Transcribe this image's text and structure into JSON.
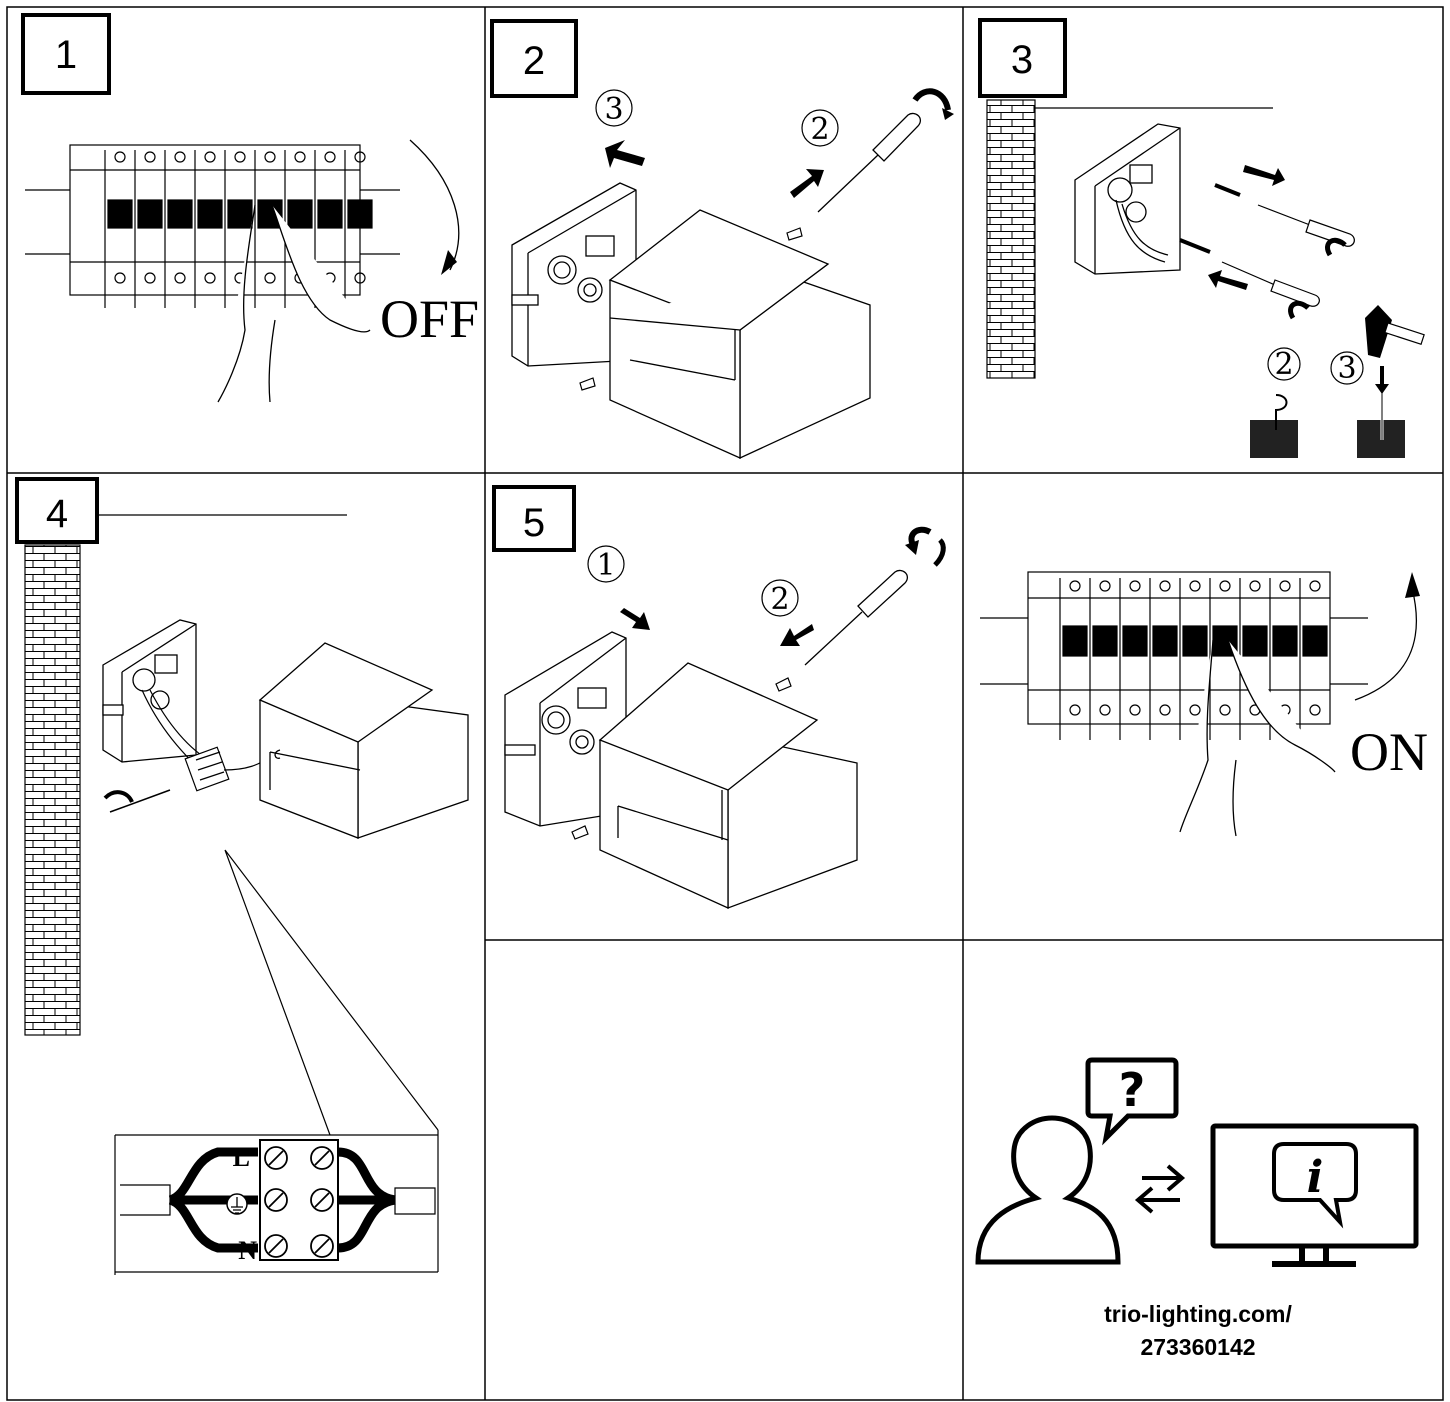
{
  "steps": [
    {
      "number": "1",
      "label": "OFF"
    },
    {
      "number": "2",
      "markers": [
        "3",
        "2"
      ]
    },
    {
      "number": "3",
      "markers": [
        "2",
        "3"
      ]
    },
    {
      "number": "4",
      "terminal_labels": [
        "L",
        "N"
      ]
    },
    {
      "number": "5",
      "markers": [
        "1",
        "2"
      ]
    },
    {
      "label": "ON"
    }
  ],
  "support": {
    "line1": "trio-lighting.com/",
    "line2": "273360142"
  }
}
